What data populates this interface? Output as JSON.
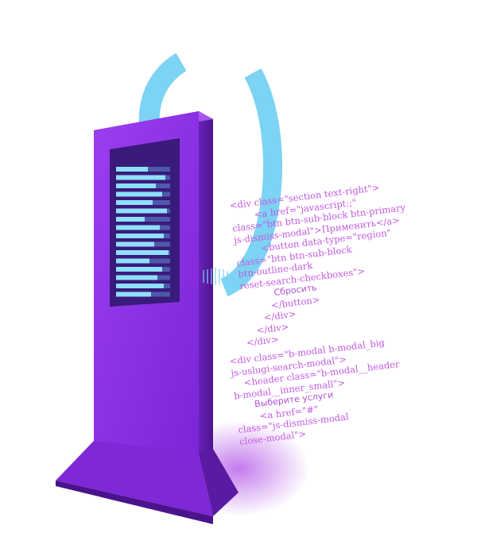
{
  "code_block_1": [
    "<div class=\"section text-right\">",
    "        <a href=\"javascript:;\"",
    "class=\"btn btn-sub-block btn-primary",
    "js-dismiss-modal\">Применить</a>",
    "         <button data-type=\"region\"",
    "class=\"btn btn-sub-block",
    "btn-outline-dark",
    "reset-search-checkboxes\">",
    "            Сбросить",
    "          </button>",
    "       </div>",
    "    </div>",
    "</div>"
  ],
  "code_block_2": [
    "<div class=\"b-modal b-modal_big",
    "js-uslugi-search-modal\">",
    "    <header class=\"b-modal__header",
    "b-modal__inner_small\">",
    "       Выберите услуги",
    "        <a href=\"#\"",
    "class=\"js-dismiss-modal",
    "close-modal\">"
  ],
  "colors": {
    "kiosk_front": "#8b2fe0",
    "kiosk_side": "#5d1aa8",
    "screen_bg": "#3a1a7a",
    "screen_lines": "#7fd4f5",
    "arc": "#7dd3f3",
    "code_text": "#c25ae0"
  }
}
